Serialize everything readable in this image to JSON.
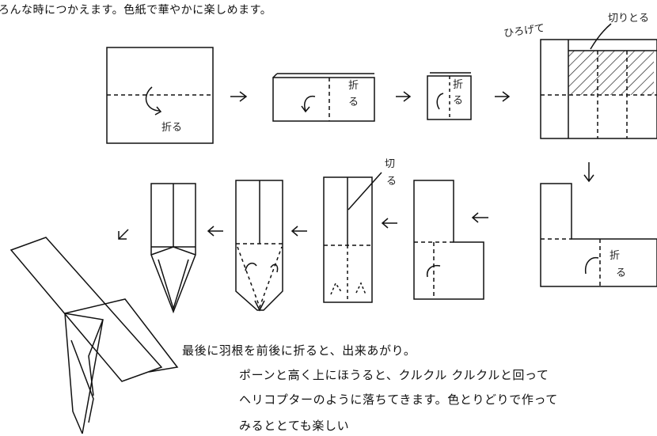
{
  "intro": "ろんな時につかえます。色紙で華やかに楽しめます。",
  "labels": {
    "fold": "折る",
    "fold_v1": "折",
    "fold_v2": "る",
    "spread": "ひろげて",
    "cut_off": "切りとる",
    "cut_v1": "切",
    "cut_v2": "る"
  },
  "body": {
    "line1": "最後に羽根を前後に折ると、出来あがり。",
    "line2": "ポーンと高く上にほうると、クルクル クルクルと回って",
    "line3": "ヘリコプターのように落ちてきます。色とりどりで作って",
    "line4": "みるととても楽しい"
  }
}
